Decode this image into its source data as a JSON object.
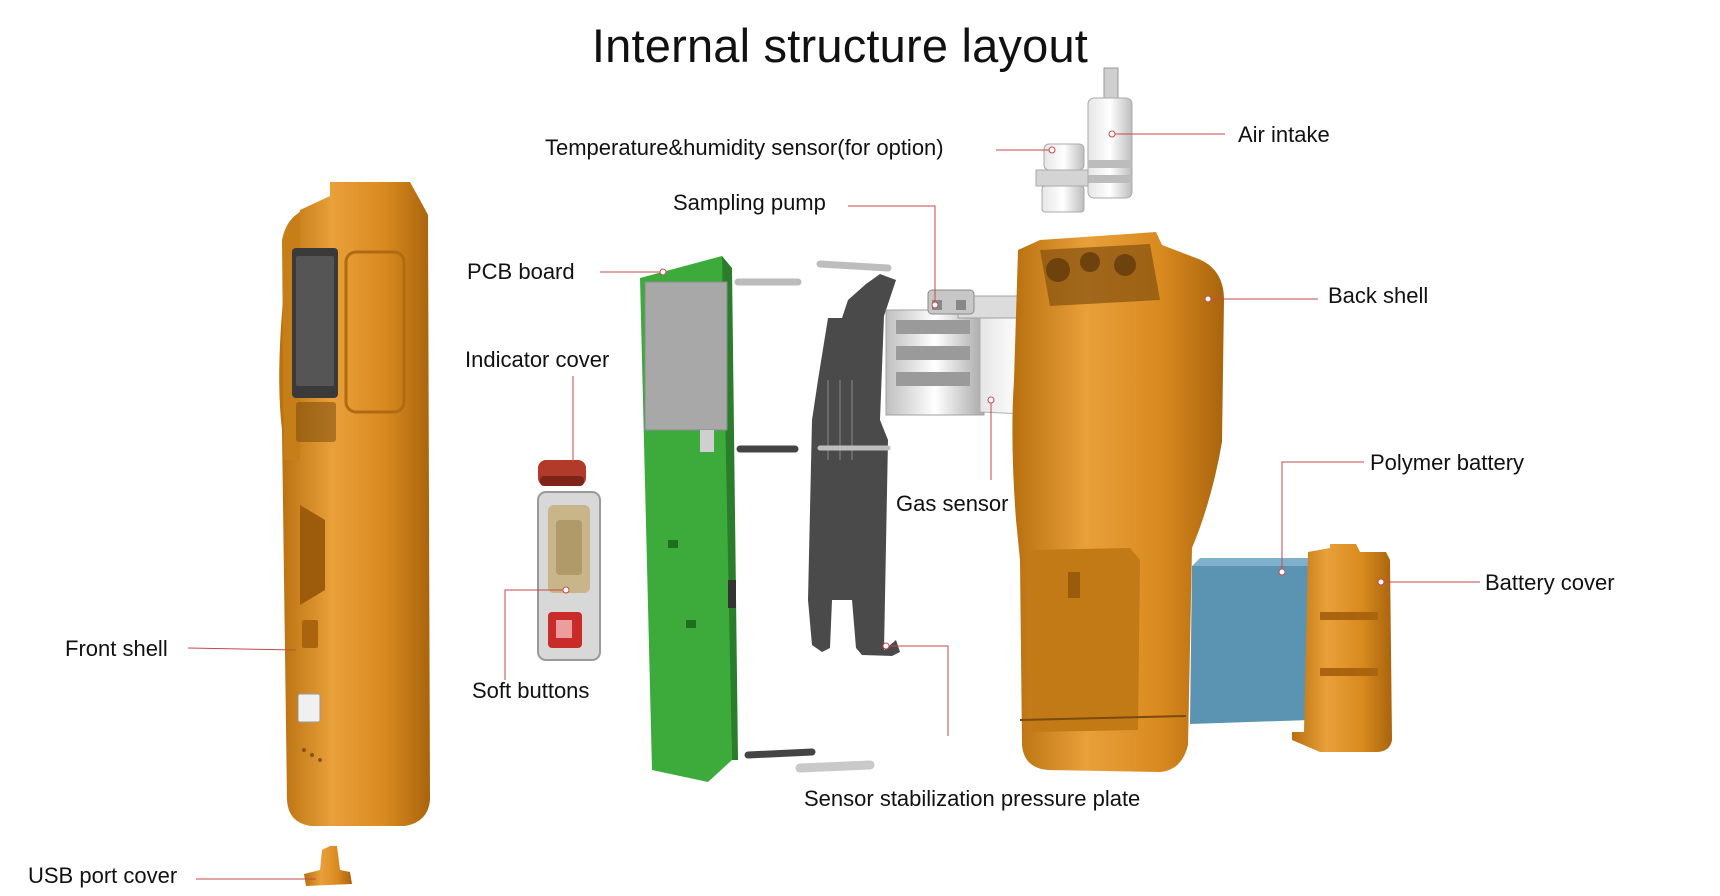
{
  "title": "Internal structure layout",
  "labels": {
    "temperature_humidity_sensor": "Temperature&humidity sensor(for option)",
    "air_intake": "Air intake",
    "sampling_pump": "Sampling pump",
    "pcb_board": "PCB board",
    "back_shell": "Back shell",
    "indicator_cover": "Indicator cover",
    "polymer_battery": "Polymer battery",
    "gas_sensor": "Gas sensor",
    "battery_cover": "Battery cover",
    "front_shell": "Front shell",
    "soft_buttons": "Soft buttons",
    "sensor_stabilization_pressure_plate": "Sensor stabilization pressure plate",
    "usb_port_cover": "USB port cover"
  },
  "colors": {
    "shell": "#d98a1f",
    "shell_dark": "#b06a12",
    "pcb": "#3cab3c",
    "battery": "#5b93b2",
    "plate": "#4a4a4a",
    "leader": "#c44a4a"
  }
}
